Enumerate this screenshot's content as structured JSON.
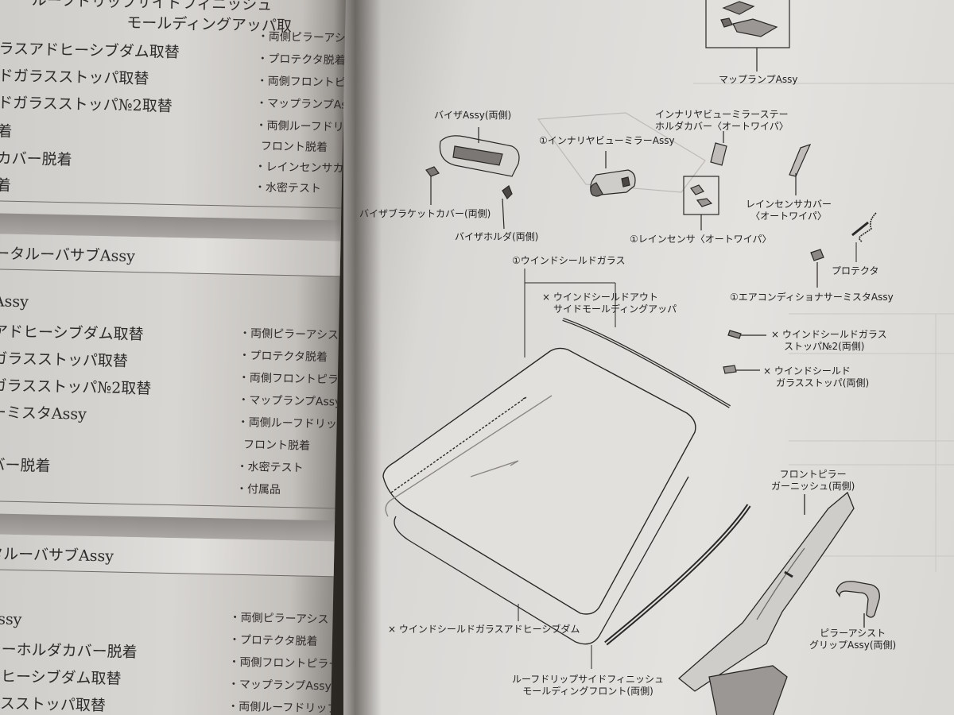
{
  "left_page": {
    "section1_rows": [
      "ルーフドリップサイドフィニッシュ",
      "モールディングアッパ取",
      "ラスアドヒーシブダム取替",
      "ドガラスストッパ取替",
      "ドガラスストッパ№2取替",
      "着",
      "カバー脱着",
      "着"
    ],
    "section1_notes": [
      "・両側ピラーアシス",
      "・プロテクタ脱着",
      "・両側フロントピラー",
      "・マップランプAssy脱",
      "・両側ルーフドリップ",
      "フロント脱着",
      "・レインセンサカバー",
      "・水密テスト"
    ],
    "section2_title": "ータルーバサブAssy",
    "section2_rows": [
      "Assy",
      "アドヒーシブダム取替",
      "ガラスストッパ取替",
      "ガラスストッパ№2取替",
      "ーミスタAssy",
      "バー脱着"
    ],
    "section2_notes": [
      "・両側ピラーアシス",
      "・プロテクタ脱着",
      "・両側フロントピラー",
      "・マップランプAssy脱",
      "・両側ルーフドリップ",
      "フロント脱着",
      "・水密テスト",
      "・付属品"
    ],
    "section3_title": "タルーバサブAssy",
    "section3_rows": [
      "Assy",
      "テーホルダカバー脱着",
      "ドヒーシブダム取替",
      "ラスストッパ取替"
    ],
    "section3_notes": [
      "・両側ピラーアシス",
      "・プロテクタ脱着",
      "・両側フロントピラー",
      "・マップランプAssy脱",
      "・両側ルーフドリップ"
    ]
  },
  "diagram": {
    "labels": {
      "map_lamp": "マップランプAssy",
      "visor": "バイザAssy(両側)",
      "visor_bracket": "バイザブラケットカバー(両側)",
      "visor_holder": "バイザホルダ(両側)",
      "inner_mirror": "①インナリヤビューミラーAssy",
      "mirror_stay_cover_1": "インナリヤビューミラーステー",
      "mirror_stay_cover_2": "ホルダカバー〈オートワイパ〉",
      "rain_sensor_cover_1": "レインセンサカバー",
      "rain_sensor_cover_2": "〈オートワイパ〉",
      "rain_sensor": "①レインセンサ〈オートワイパ〉",
      "protector": "プロテクタ",
      "thermistor": "①エアコンディショナサーミスタAssy",
      "windshield_glass": "①ウインドシールドガラス",
      "outside_molding_1": "× ウインドシールドアウト",
      "outside_molding_2": "サイドモールディングアッパ",
      "stopper2_1": "× ウインドシールドガラス",
      "stopper2_2": "ストッパ№2(両側)",
      "stopper_1": "× ウインドシールド",
      "stopper_2": "ガラスストッパ(両側)",
      "adhesive_dam": "× ウインドシールドガラスアドヒーシブダム",
      "pillar_garnish_1": "フロントピラー",
      "pillar_garnish_2": "ガーニッシュ(両側)",
      "assist_grip_1": "ピラーアシスト",
      "assist_grip_2": "グリップAssy(両側)",
      "roof_drip_1": "ルーフドリップサイドフィニッシュ",
      "roof_drip_2": "モールディングフロント(両側)"
    }
  }
}
